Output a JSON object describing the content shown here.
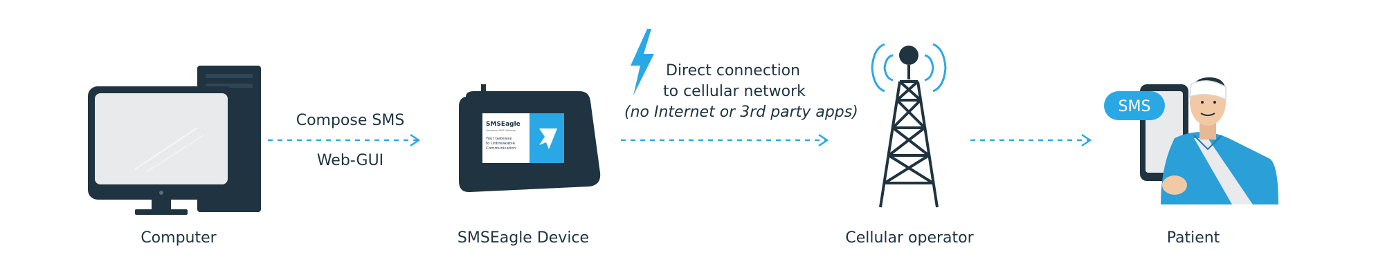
{
  "nodes": {
    "computer": {
      "label": "Computer"
    },
    "device": {
      "label": "SMSEagle Device",
      "brand": "SMSEagle",
      "tagline_small": "Hardware SMS Gateway",
      "tagline": [
        "Your Gateway",
        "to Unbreakable",
        "Communication"
      ]
    },
    "operator": {
      "label": "Cellular operator"
    },
    "patient": {
      "label": "Patient",
      "bubble": "SMS"
    }
  },
  "connections": {
    "compose": {
      "line1": "Compose SMS",
      "line2": "Web-GUI"
    },
    "cellular": {
      "line1": "Direct connection",
      "line2": "to cellular network",
      "line3": "(no Internet or 3rd party apps)"
    }
  },
  "colors": {
    "accent": "#2aa8e6",
    "dark": "#1f3340",
    "screen": "#e9eaeb",
    "shirt": "#2a9fd8"
  }
}
